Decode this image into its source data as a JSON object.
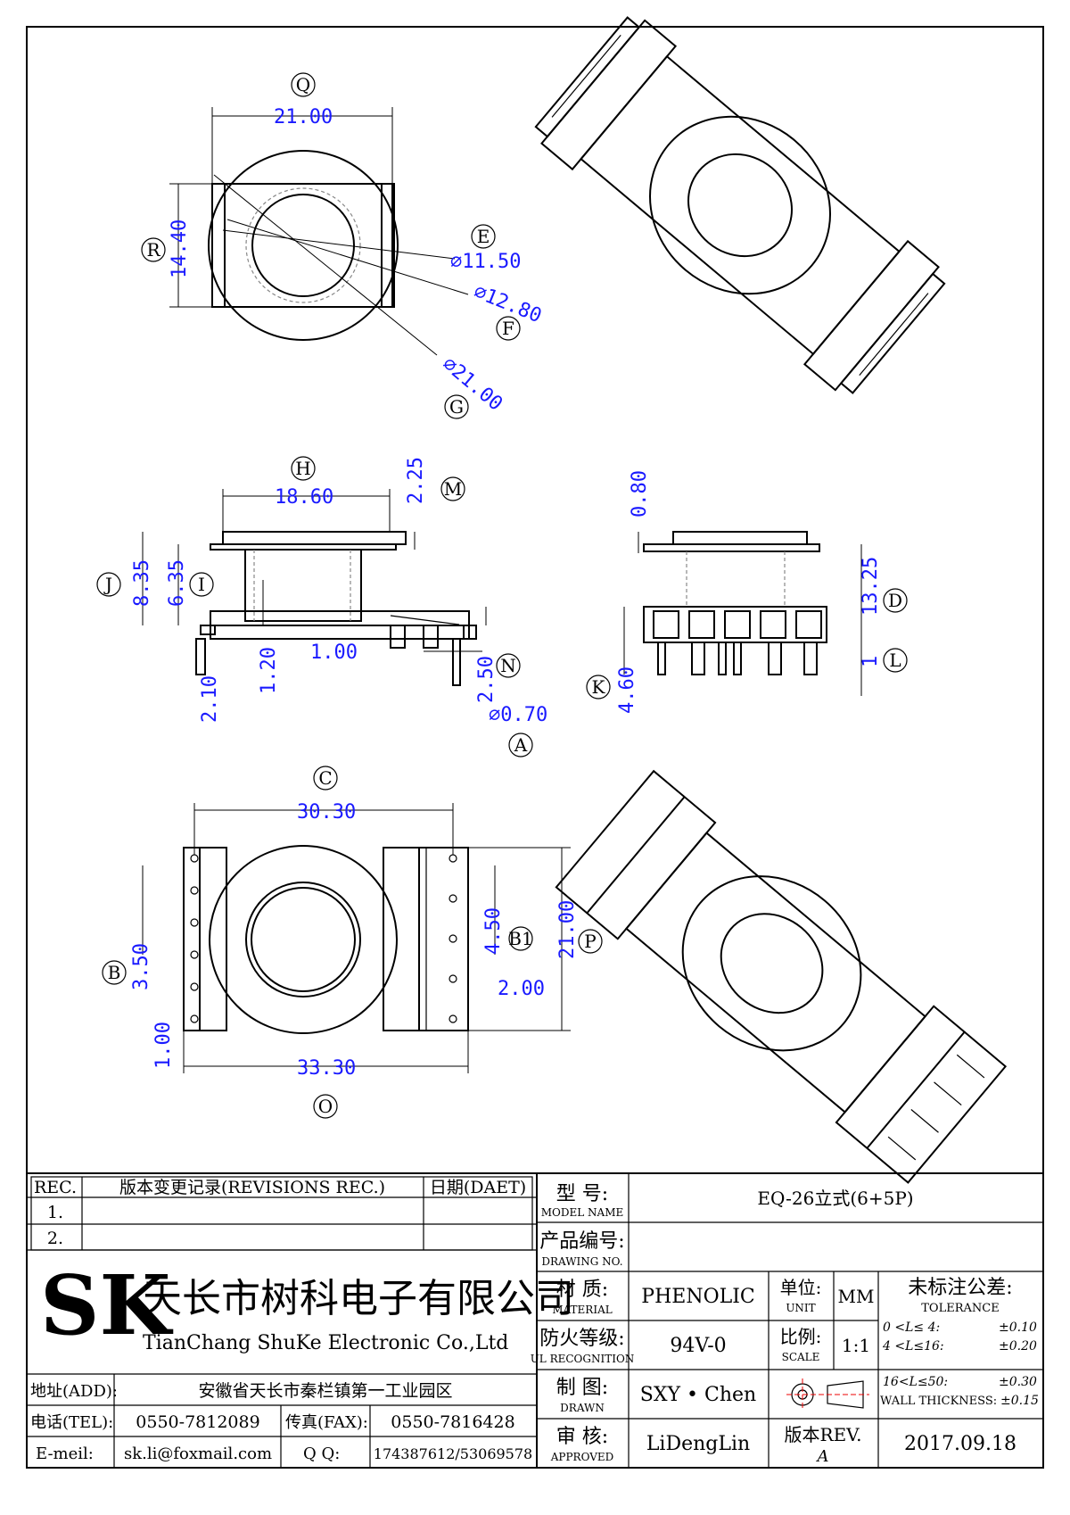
{
  "labels": {
    "Q": "Q",
    "R": "R",
    "E": "E",
    "F": "F",
    "G": "G",
    "H": "H",
    "M": "M",
    "J": "J",
    "I": "I",
    "N": "N",
    "A": "A",
    "D": "D",
    "L": "L",
    "K": "K",
    "C": "C",
    "B": "B",
    "B1": "B1",
    "P": "P",
    "O": "O"
  },
  "dims": {
    "q": "21.00",
    "r": "14.40",
    "e": "⌀11.50",
    "f": "⌀12.80",
    "g": "⌀21.00",
    "h": "18.60",
    "m": "2.25",
    "j": "8.35",
    "i": "6.35",
    "a120": "1.20",
    "a100": "1.00",
    "n": "2.50",
    "a": "⌀0.70",
    "a210": "2.10",
    "d080": "0.80",
    "d": "13.25",
    "l": "1",
    "k": "4.60",
    "c": "30.30",
    "b": "3.50",
    "b1": "4.50",
    "p": "21.00",
    "a200": "2.00",
    "a100b": "1.00",
    "o": "33.30"
  },
  "title_block": {
    "rev_header": "REC.",
    "rev_desc_header": "版本变更记录(REVISIONS REC.)",
    "date_header": "日期(DAET)",
    "rev_rows": [
      "1.",
      "2."
    ],
    "company_cn": "天长市树科电子有限公司",
    "company_en": "TianChang ShuKe Electronic Co.,Ltd",
    "logo_text": "SK",
    "address_label": "地址(ADD):",
    "address": "安徽省天长市秦栏镇第一工业园区",
    "tel_label": "电话(TEL):",
    "tel": "0550-7812089",
    "fax_label": "传真(FAX):",
    "fax": "0550-7816428",
    "email_label": "E-meil:",
    "email": "sk.li@foxmail.com",
    "qq_label": "Q  Q:",
    "qq": "174387612/53069578",
    "model_cn": "型    号:",
    "model_en": "MODEL NAME",
    "model_value": "EQ-26立式(6+5P)",
    "drawing_cn": "产品编号:",
    "drawing_en": "DRAWING NO.",
    "drawing_value": "",
    "material_cn": "材    质:",
    "material_en": "MATERIAL",
    "material_value": "PHENOLIC",
    "unit_cn": "单位:",
    "unit_en": "UNIT",
    "unit_value": "MM",
    "fire_cn": "防火等级:",
    "fire_en": "UL RECOGNITION",
    "fire_value": "94V-0",
    "scale_cn": "比例:",
    "scale_en": "SCALE",
    "scale_value": "1:1",
    "drawn_cn": "制    图:",
    "drawn_en": "DRAWN",
    "drawn_value": "SXY • Chen",
    "approved_cn": "审    核:",
    "approved_en": "APPROVED",
    "approved_value": "LiDengLin",
    "rev_cn": "版本REV.",
    "rev_value": "A",
    "date_value": "2017.09.18",
    "tol_cn": "未标注公差:",
    "tol_en": "TOLERANCE",
    "tol_rows": [
      {
        "range": "0  <L≤  4:",
        "val": "±0.10"
      },
      {
        "range": "4  <L≤16:",
        "val": "±0.20"
      },
      {
        "range": "16<L≤50:",
        "val": "±0.30"
      }
    ],
    "wall_label": "WALL THICKNESS:",
    "wall_val": "±0.15"
  }
}
